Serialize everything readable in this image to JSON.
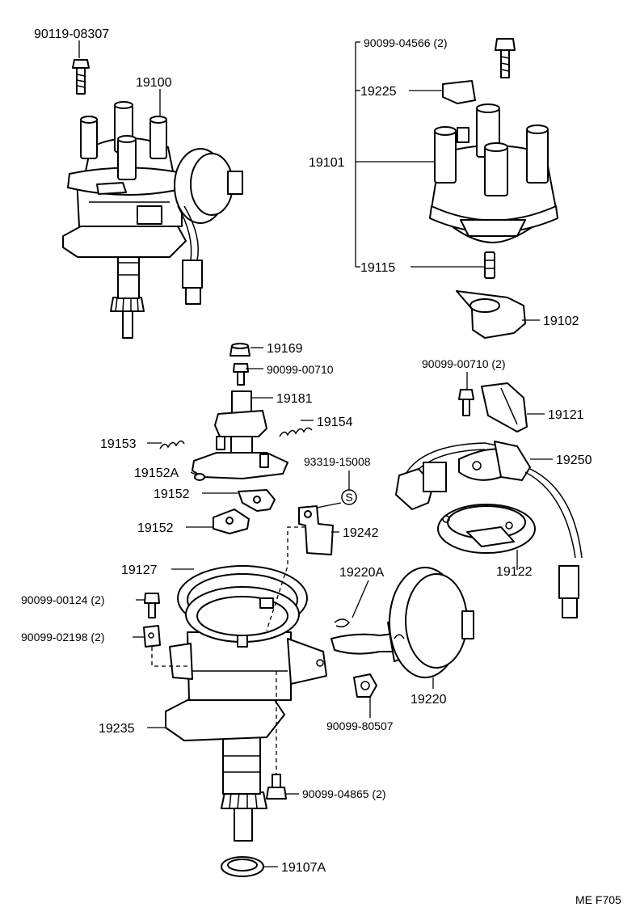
{
  "labels": {
    "p90119_08307": "90119-08307",
    "p19100": "19100",
    "p90099_04566": "90099-04566 (2)",
    "p19225": "19225",
    "p19101": "19101",
    "p19115": "19115",
    "p19102": "19102",
    "p19169": "19169",
    "p90099_00710": "90099-00710",
    "p19181": "19181",
    "p19154": "19154",
    "p19153": "19153",
    "p19152A": "19152A",
    "p19152_upper": "19152",
    "p19152_lower": "19152",
    "p90099_00710_2": "90099-00710 (2)",
    "p19121": "19121",
    "p19250": "19250",
    "p93319_15008": "93319-15008",
    "p19242": "19242",
    "p19122": "19122",
    "p19127": "19127",
    "p19220A": "19220A",
    "p90099_00124": "90099-00124 (2)",
    "p90099_02198": "90099-02198 (2)",
    "p19220": "19220",
    "p90099_80507": "90099-80507",
    "p19235": "19235",
    "p90099_04865": "90099-04865 (2)",
    "p19107A": "19107A",
    "circle_s": "S",
    "figure_code": "ME F705"
  }
}
